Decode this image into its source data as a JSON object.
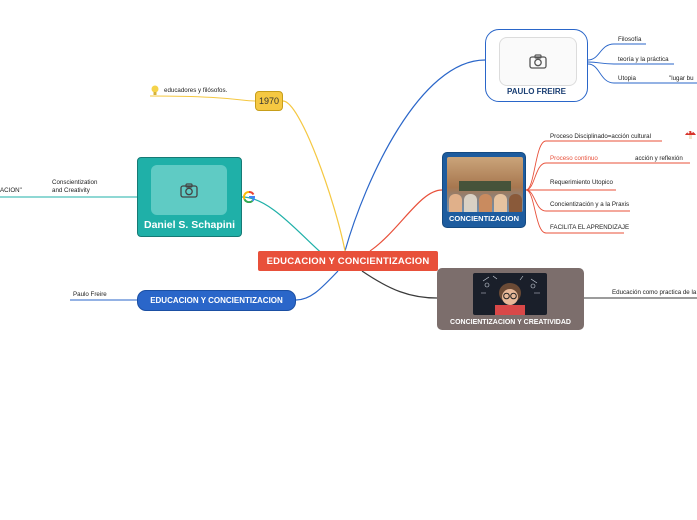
{
  "central": {
    "label": "EDUCACION Y CONCIENTIZACION"
  },
  "paulo_freire": {
    "label": "PAULO FREIRE",
    "children": [
      "Filosofía",
      "teoría y la práctica",
      "Utopia",
      "\"lugar  bu"
    ]
  },
  "concientizacion": {
    "label": "CONCIENTIZACION",
    "children": [
      "Proceso Disciplinado=acción cultural",
      "Proceso continuo",
      "acción y reflexión",
      "Requerimiento Utopico",
      "Concientización y a la Praxis",
      "FACILITA EL APRENDIZAJE"
    ]
  },
  "creatividad": {
    "label": "CONCIENTIZACION Y CREATIVIDAD",
    "children": [
      "Educación como practica de la"
    ]
  },
  "schapini": {
    "label": "Daniel S. Schapini",
    "children": [
      "Conscientization",
      "and Creativity",
      "ACION\""
    ]
  },
  "year": {
    "label": "1970",
    "child": "educadores y filósofos."
  },
  "blue_pill": {
    "label": "EDUCACION Y CONCIENTIZACION",
    "child": "Paulo Freire"
  },
  "colors": {
    "central": "#e8503a",
    "blue": "#2a66c9",
    "teal": "#1fb0a8",
    "yellow": "#f5c842",
    "dark": "#3a3a3a"
  },
  "icons": [
    "camera-icon",
    "lightbulb-icon",
    "google-icon",
    "mushroom-icon"
  ]
}
